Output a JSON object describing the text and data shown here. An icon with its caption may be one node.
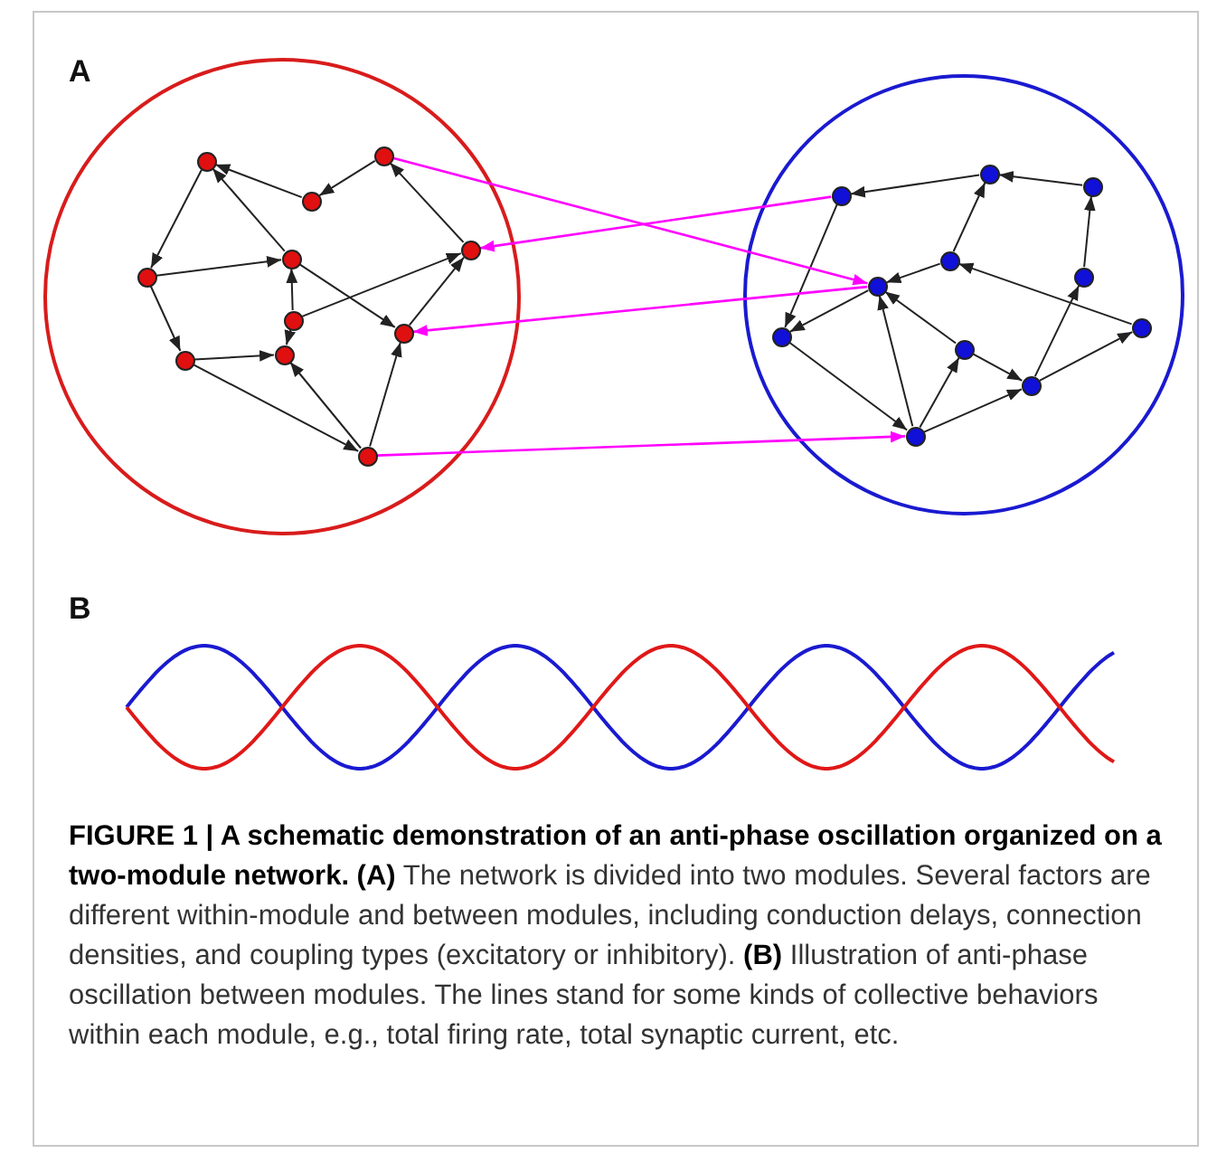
{
  "diagram": {
    "nodes": [
      {
        "text": [],
        "shape": "circle"
      },
      {
        "text": [],
        "shape": "circle",
        "in": 0
      },
      {
        "text": [],
        "shape": "circle",
        "in": 0
      },
      {
        "text": [],
        "shape": "circle",
        "in": 0
      },
      {
        "text": [],
        "shape": "circle",
        "in": 0
      },
      {
        "text": [],
        "shape": "circle",
        "in": 0
      },
      {
        "text": [],
        "shape": "circle",
        "in": 0
      },
      {
        "text": [],
        "shape": "circle",
        "in": 0
      },
      {
        "text": [],
        "shape": "circle",
        "in": 0
      },
      {
        "text": [],
        "shape": "circle",
        "in": 0
      },
      {
        "text": [],
        "shape": "circle",
        "in": 0
      },
      {
        "text": [],
        "shape": "circle",
        "in": 0
      },
      {
        "text": [],
        "shape": "circle"
      },
      {
        "text": [],
        "shape": "circle",
        "in": 12
      },
      {
        "text": [],
        "shape": "circle",
        "in": 12
      },
      {
        "text": [],
        "shape": "circle",
        "in": 12
      },
      {
        "text": [],
        "shape": "circle",
        "in": 12
      },
      {
        "text": [],
        "shape": "circle",
        "in": 12
      },
      {
        "text": [],
        "shape": "circle",
        "in": 12
      },
      {
        "text": [],
        "shape": "circle",
        "in": 12
      },
      {
        "text": [],
        "shape": "circle",
        "in": 12
      },
      {
        "text": [],
        "shape": "circle",
        "in": 12
      },
      {
        "text": [],
        "shape": "circle",
        "in": 12
      },
      {
        "text": [],
        "shape": "circle",
        "in": 12
      }
    ],
    "edges": [
      {
        "from": 2,
        "to": 3,
        "arrow": "to"
      },
      {
        "from": 3,
        "to": 1,
        "arrow": "to"
      },
      {
        "from": 1,
        "to": 5,
        "arrow": "to"
      },
      {
        "from": 5,
        "to": 6,
        "arrow": "to"
      },
      {
        "from": 6,
        "to": 1,
        "arrow": "to"
      },
      {
        "from": 6,
        "to": 8,
        "arrow": "to"
      },
      {
        "from": 5,
        "to": 9,
        "arrow": "to"
      },
      {
        "from": 9,
        "to": 10,
        "arrow": "to"
      },
      {
        "from": 7,
        "to": 10,
        "arrow": "to"
      },
      {
        "from": 7,
        "to": 6,
        "arrow": "to"
      },
      {
        "from": 7,
        "to": 4,
        "arrow": "to"
      },
      {
        "from": 9,
        "to": 11,
        "arrow": "to"
      },
      {
        "from": 11,
        "to": 10,
        "arrow": "to"
      },
      {
        "from": 11,
        "to": 8,
        "arrow": "to"
      },
      {
        "from": 8,
        "to": 4,
        "arrow": "to"
      },
      {
        "from": 4,
        "to": 2,
        "arrow": "to"
      },
      {
        "from": 15,
        "to": 14,
        "arrow": "to"
      },
      {
        "from": 14,
        "to": 13,
        "arrow": "to"
      },
      {
        "from": 16,
        "to": 14,
        "arrow": "to"
      },
      {
        "from": 16,
        "to": 17,
        "arrow": "to"
      },
      {
        "from": 21,
        "to": 16,
        "arrow": "to"
      },
      {
        "from": 18,
        "to": 15,
        "arrow": "to"
      },
      {
        "from": 22,
        "to": 18,
        "arrow": "to"
      },
      {
        "from": 22,
        "to": 21,
        "arrow": "to"
      },
      {
        "from": 13,
        "to": 19,
        "arrow": "to"
      },
      {
        "from": 17,
        "to": 19,
        "arrow": "to"
      },
      {
        "from": 20,
        "to": 17,
        "arrow": "to"
      },
      {
        "from": 20,
        "to": 22,
        "arrow": "to"
      },
      {
        "from": 19,
        "to": 23,
        "arrow": "to"
      },
      {
        "from": 23,
        "to": 17,
        "arrow": "to"
      },
      {
        "from": 23,
        "to": 20,
        "arrow": "to"
      },
      {
        "from": 23,
        "to": 22,
        "arrow": "to"
      },
      {
        "from": 2,
        "to": 17,
        "arrow": "to",
        "color": "#ff00ff"
      },
      {
        "from": 13,
        "to": 4,
        "arrow": "to",
        "color": "#ff00ff"
      },
      {
        "from": 17,
        "to": 8,
        "arrow": "to",
        "color": "#ff00ff"
      },
      {
        "from": 11,
        "to": 23,
        "arrow": "to",
        "color": "#ff00ff"
      }
    ],
    "labels": [
      "A",
      "B"
    ],
    "caption": "**FIGURE 1 | A schematic demonstration of an anti-phase oscillation organized on a two-module network. (A)** The network is divided into two modules. Several factors are different within-module and between modules, including conduction delays, connection densities, and coupling types (excitatory or inhibitory). **(B)** Illustration of anti-phase oscillation between modules. The lines stand for some kinds of collective behaviors within each module, e.g., total firing rate, total synaptic current, etc."
  }
}
